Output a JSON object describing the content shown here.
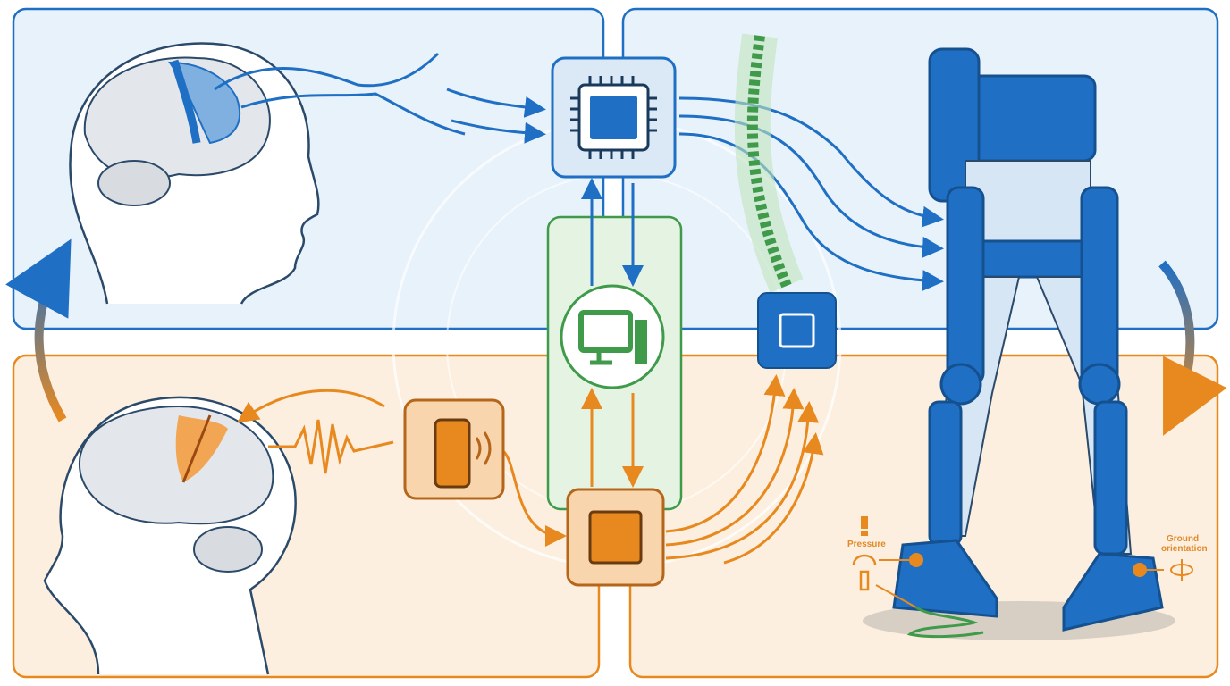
{
  "labels": {
    "pressure": "Pressure",
    "ground_line1": "Ground",
    "ground_line2": "orientation"
  },
  "colors": {
    "blue": "#1f6fc4",
    "blue_bg": "#e8f2fb",
    "orange": "#e8891f",
    "orange_bg": "#fcefdf",
    "green": "#3f9a4a",
    "green_bg": "#e4f3e2"
  }
}
